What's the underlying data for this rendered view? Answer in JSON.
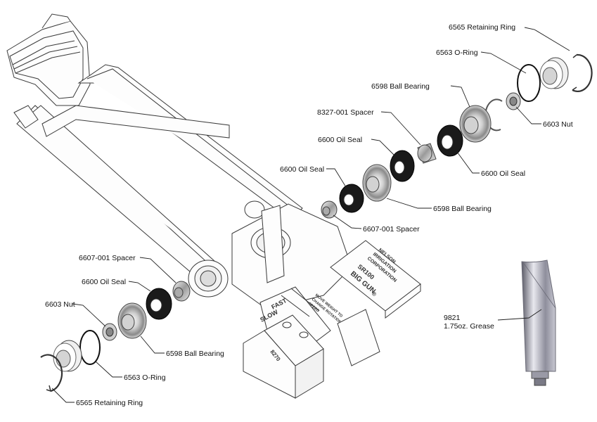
{
  "callouts": {
    "retaining_ring_top": "6565 Retaining Ring",
    "oring_top": "6563 O-Ring",
    "ball_bearing_top": "6598 Ball Bearing",
    "nut_top": "6603 Nut",
    "spacer_8327": "8327-001 Spacer",
    "oil_seal_a": "6600 Oil Seal",
    "oil_seal_b": "6600 Oil Seal",
    "oil_seal_c": "6600 Oil Seal",
    "ball_bearing_mid": "6598 Ball Bearing",
    "spacer_6607_mid": "6607-001 Spacer",
    "spacer_6607_low": "6607-001 Spacer",
    "oil_seal_low": "6600 Oil Seal",
    "nut_low": "6603 Nut",
    "ball_bearing_low": "6598 Ball Bearing",
    "oring_low": "6563 O-Ring",
    "retaining_ring_low": "6565 Retaining Ring",
    "grease_part_no": "9821",
    "grease_desc": "1.75oz. Grease"
  },
  "plate_text": {
    "line1": "NELSON",
    "line2": "IRRIGATION",
    "line3": "CORPORATION",
    "model": "SR100",
    "brand": "BIG GUN",
    "reg": "®",
    "fast": "FAST",
    "slow": "SLOW",
    "instruction1": "MOVE WEIGHT TO",
    "instruction2": "CHANGE ROTATION",
    "instruction3": "SPEED",
    "part_mark": "8270"
  }
}
